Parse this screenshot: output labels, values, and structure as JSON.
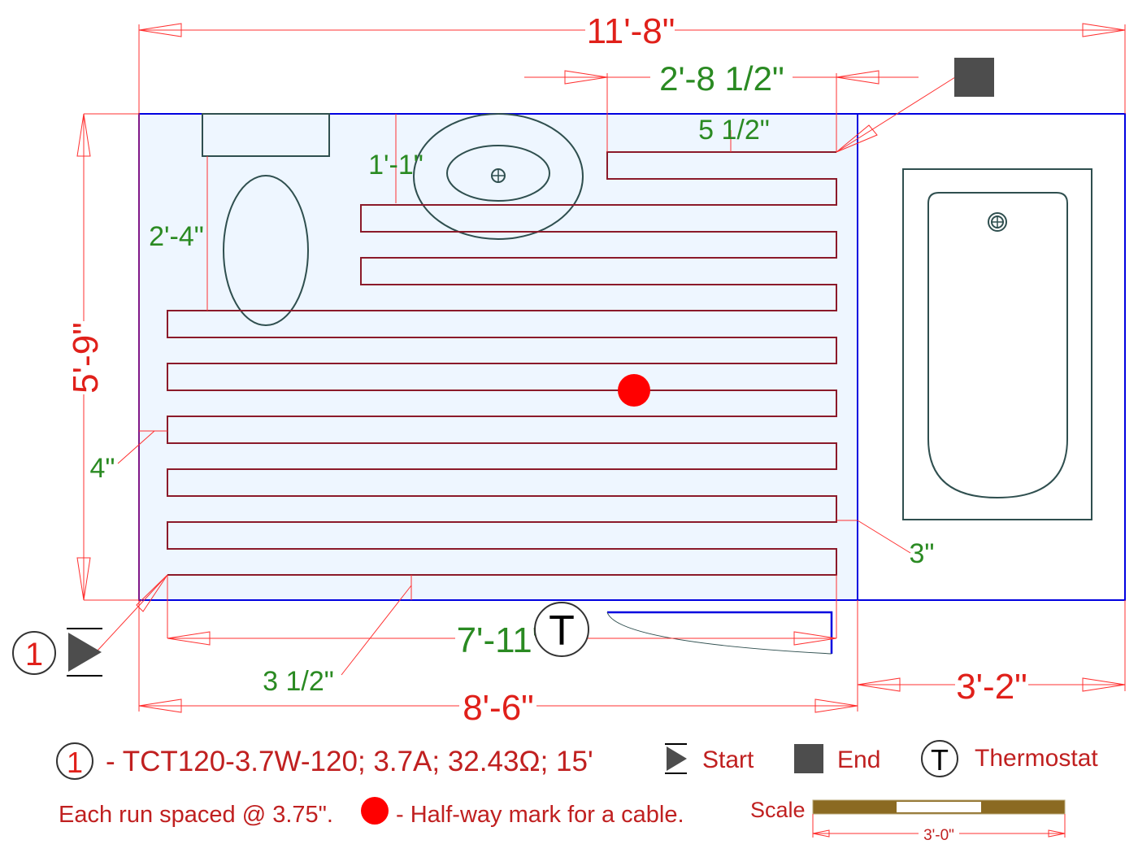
{
  "dimensions": {
    "overall_width": "11'-8\"",
    "room_height": "5'-9\"",
    "top_offset": "2'-8 1/2\"",
    "top_gap": "5 1/2\"",
    "sink_offset": "1'-1\"",
    "toilet_offset": "2'-4\"",
    "left_gap": "4\"",
    "right_gap": "3\"",
    "bottom_gap": "3 1/2\"",
    "cable_span": "7'-11\"",
    "heated_width": "8'-6\"",
    "tub_width": "3'-2\""
  },
  "markers": {
    "cable_number": "1",
    "thermostat_symbol": "T"
  },
  "legend": {
    "cable_number": "1",
    "cable_spec": "- TCT120-3.7W-120; 3.7A; 32.43Ω; 15'",
    "start_label": "Start",
    "end_label": "End",
    "thermostat_symbol": "T",
    "thermostat_label": "Thermostat",
    "spacing_note": "Each run spaced @ 3.75\".",
    "halfway_note": "- Half-way mark for a cable.",
    "scale_label": "Scale",
    "scale_length": "3'-0\""
  },
  "colors": {
    "cable": "#8b1a2a",
    "room": "#0000e0",
    "dimension": "#ff2020",
    "fill": "#eef6ff",
    "halfway": "#ff0000"
  }
}
